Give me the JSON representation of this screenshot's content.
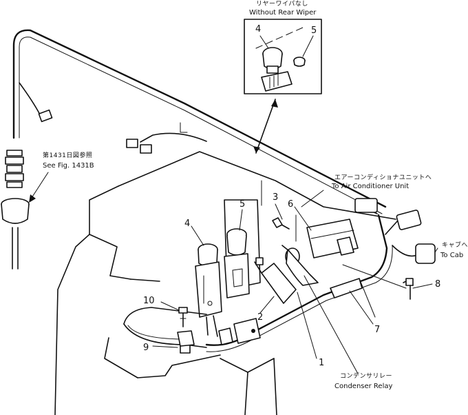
{
  "inset": {
    "caption_jp": "リヤーワイパなし",
    "caption_en": "Without Rear Wiper",
    "parts": [
      "4",
      "5"
    ]
  },
  "references": {
    "fig_jp": "第1431日図参照",
    "fig_en": "See Fig. 1431B",
    "aircon_jp": "エアーコンディショナユニットへ",
    "aircon_en": "To Air Conditioner Unit",
    "cab_jp": "キャブへ",
    "cab_en": "To Cab",
    "relay_jp": "コンデンサリレー",
    "relay_en": "Condenser Relay"
  },
  "callouts": {
    "p1": "1",
    "p2": "2",
    "p3": "3",
    "p4": "4",
    "p5": "5",
    "p6": "6",
    "p7": "7",
    "p8": "8",
    "p9": "9",
    "p10": "10"
  }
}
